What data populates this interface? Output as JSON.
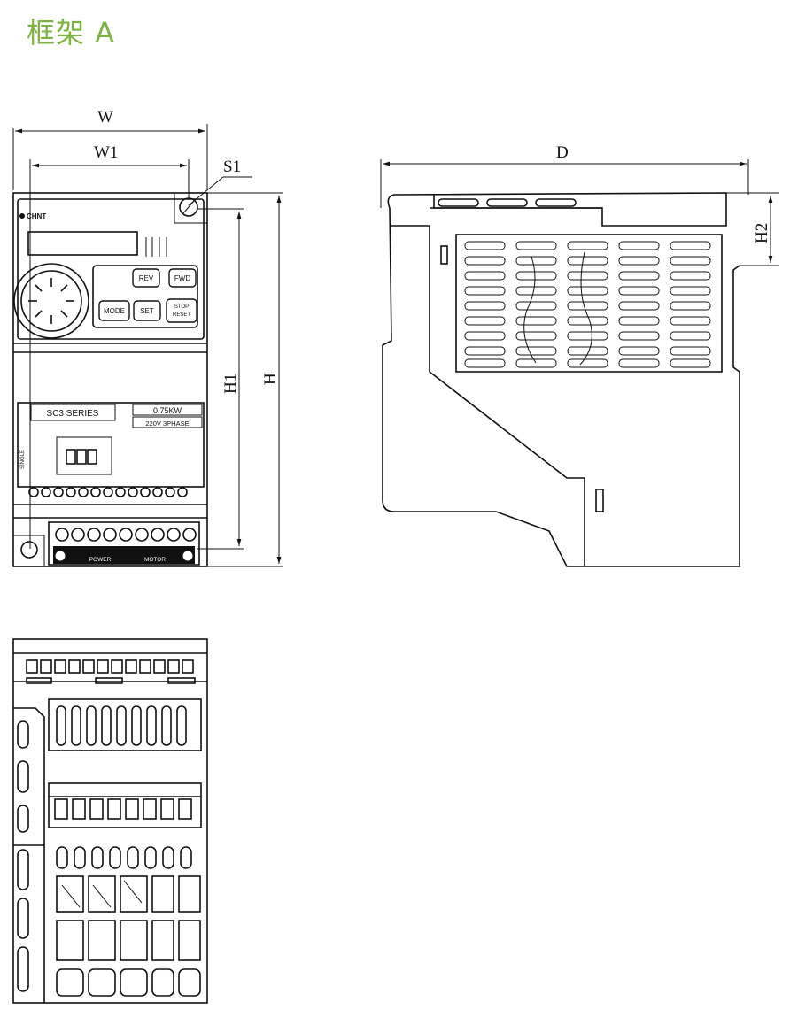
{
  "title": "框架 A",
  "dimensions": {
    "w": "W",
    "w1": "W1",
    "s1": "S1",
    "d": "D",
    "h": "H",
    "h1": "H1",
    "h2": "H2"
  },
  "panel": {
    "brand": "CHNT",
    "buttons": {
      "rev": "REV",
      "fwd": "FWD",
      "mode": "MODE",
      "set": "SET",
      "stop": "STOP",
      "reset": "RESET"
    },
    "series": "SC3 SERIES",
    "power": "0.75KW",
    "voltage": "220V 3PHASE",
    "side_tag": "SINGLE",
    "power_label": "POWER",
    "motor_label": "MOTOR"
  },
  "colors": {
    "title": "#7cb342",
    "line": "#111111"
  }
}
